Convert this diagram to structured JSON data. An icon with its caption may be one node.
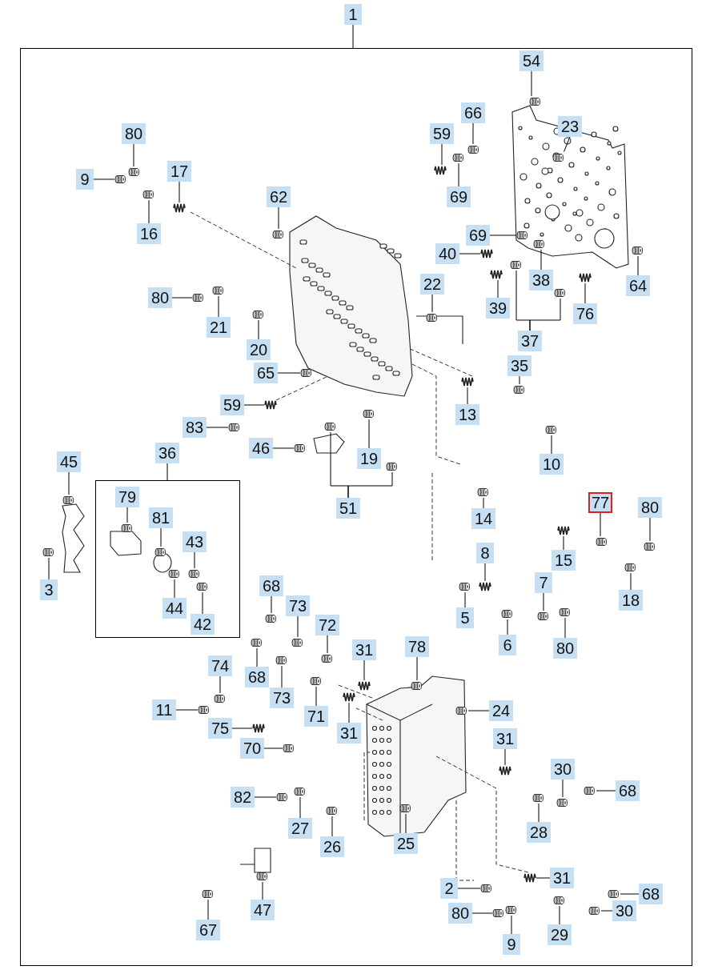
{
  "diagram": {
    "nodes": [
      {
        "text": [],
        "shape": "box"
      },
      {
        "text": [
          "1"
        ]
      },
      {
        "text": [],
        "shape": "box",
        "in": 0
      },
      {
        "text": [
          "36"
        ],
        "in": 0
      },
      {
        "text": [
          "54"
        ],
        "in": 0
      },
      {
        "text": [
          "66"
        ],
        "in": 0
      },
      {
        "text": [
          "23"
        ],
        "in": 0
      },
      {
        "text": [
          "80"
        ],
        "in": 0
      },
      {
        "text": [
          "59"
        ],
        "in": 0
      },
      {
        "text": [
          "17"
        ],
        "in": 0
      },
      {
        "text": [
          "9"
        ],
        "in": 0
      },
      {
        "text": [
          "69"
        ],
        "in": 0
      },
      {
        "text": [
          "62"
        ],
        "in": 0
      },
      {
        "text": [
          "16"
        ],
        "in": 0
      },
      {
        "text": [
          "69"
        ],
        "in": 0
      },
      {
        "text": [
          "40"
        ],
        "in": 0
      },
      {
        "text": [
          "38"
        ],
        "in": 0
      },
      {
        "text": [
          "22"
        ],
        "in": 0
      },
      {
        "text": [
          "64"
        ],
        "in": 0
      },
      {
        "text": [
          "80"
        ],
        "in": 0
      },
      {
        "text": [
          "39"
        ],
        "in": 0
      },
      {
        "text": [
          "76"
        ],
        "in": 0
      },
      {
        "text": [
          "21"
        ],
        "in": 0
      },
      {
        "text": [
          "37"
        ],
        "in": 0
      },
      {
        "text": [
          "20"
        ],
        "in": 0
      },
      {
        "text": [
          "35"
        ],
        "in": 0
      },
      {
        "text": [
          "65"
        ],
        "in": 0
      },
      {
        "text": [
          "59"
        ],
        "in": 0
      },
      {
        "text": [
          "13"
        ],
        "in": 0
      },
      {
        "text": [
          "83"
        ],
        "in": 0
      },
      {
        "text": [
          "46"
        ],
        "in": 0
      },
      {
        "text": [
          "19"
        ],
        "in": 0
      },
      {
        "text": [
          "45"
        ],
        "in": 0
      },
      {
        "text": [
          "10"
        ],
        "in": 0
      },
      {
        "text": [
          "79"
        ],
        "in": 2
      },
      {
        "text": [
          "77"
        ],
        "in": 0
      },
      {
        "text": [
          "51"
        ],
        "in": 0
      },
      {
        "text": [
          "80"
        ],
        "in": 0
      },
      {
        "text": [
          "81"
        ],
        "in": 2
      },
      {
        "text": [
          "14"
        ],
        "in": 0
      },
      {
        "text": [
          "43"
        ],
        "in": 2
      },
      {
        "text": [
          "8"
        ],
        "in": 0
      },
      {
        "text": [
          "15"
        ],
        "in": 0
      },
      {
        "text": [
          "7"
        ],
        "in": 0
      },
      {
        "text": [
          "68"
        ],
        "in": 0
      },
      {
        "text": [
          "3"
        ],
        "in": 0
      },
      {
        "text": [
          "18"
        ],
        "in": 0
      },
      {
        "text": [
          "73"
        ],
        "in": 0
      },
      {
        "text": [
          "44"
        ],
        "in": 2
      },
      {
        "text": [
          "5"
        ],
        "in": 0
      },
      {
        "text": [
          "42"
        ],
        "in": 2
      },
      {
        "text": [
          "72"
        ],
        "in": 0
      },
      {
        "text": [
          "6"
        ],
        "in": 0
      },
      {
        "text": [
          "78"
        ],
        "in": 0
      },
      {
        "text": [
          "80"
        ],
        "in": 0
      },
      {
        "text": [
          "31"
        ],
        "in": 0
      },
      {
        "text": [
          "74"
        ],
        "in": 0
      },
      {
        "text": [
          "68"
        ],
        "in": 0
      },
      {
        "text": [
          "73"
        ],
        "in": 0
      },
      {
        "text": [
          "11"
        ],
        "in": 0
      },
      {
        "text": [
          "24"
        ],
        "in": 0
      },
      {
        "text": [
          "71"
        ],
        "in": 0
      },
      {
        "text": [
          "75"
        ],
        "in": 0
      },
      {
        "text": [
          "31"
        ],
        "in": 0
      },
      {
        "text": [
          "31"
        ],
        "in": 0
      },
      {
        "text": [
          "70"
        ],
        "in": 0
      },
      {
        "text": [
          "30"
        ],
        "in": 0
      },
      {
        "text": [
          "68"
        ],
        "in": 0
      },
      {
        "text": [
          "82"
        ],
        "in": 0
      },
      {
        "text": [
          "27"
        ],
        "in": 0
      },
      {
        "text": [
          "28"
        ],
        "in": 0
      },
      {
        "text": [
          "25"
        ],
        "in": 0
      },
      {
        "text": [
          "26"
        ],
        "in": 0
      },
      {
        "text": [
          "31"
        ],
        "in": 0
      },
      {
        "text": [
          "2"
        ],
        "in": 0
      },
      {
        "text": [
          "68"
        ],
        "in": 0
      },
      {
        "text": [
          "47"
        ],
        "in": 0
      },
      {
        "text": [
          "30"
        ],
        "in": 0
      },
      {
        "text": [
          "80"
        ],
        "in": 0
      },
      {
        "text": [
          "67"
        ],
        "in": 0
      },
      {
        "text": [
          "29"
        ],
        "in": 0
      },
      {
        "text": [
          "9"
        ],
        "in": 0
      },
      {
        "text": [],
        "shape": "picture",
        "in": 0
      },
      {
        "text": [],
        "shape": "picture",
        "in": 0
      },
      {
        "text": [],
        "shape": "picture",
        "in": 0
      },
      {
        "text": [],
        "shape": "picture",
        "in": 0
      },
      {
        "text": [],
        "shape": "picture",
        "in": 0
      },
      {
        "text": [],
        "shape": "picture",
        "in": 0
      },
      {
        "text": [],
        "shape": "picture",
        "in": 0
      },
      {
        "text": [],
        "shape": "picture",
        "in": 0
      },
      {
        "text": [],
        "shape": "picture",
        "in": 0
      },
      {
        "text": [],
        "shape": "picture",
        "in": 0
      },
      {
        "text": [],
        "shape": "picture",
        "in": 0
      },
      {
        "text": [],
        "shape": "picture",
        "in": 0
      },
      {
        "text": [],
        "shape": "picture",
        "in": 0
      },
      {
        "text": [],
        "shape": "picture",
        "in": 0
      },
      {
        "text": [],
        "shape": "picture",
        "in": 0
      },
      {
        "text": [],
        "shape": "picture",
        "in": 0
      },
      {
        "text": [],
        "shape": "picture",
        "in": 0
      },
      {
        "text": [],
        "shape": "picture",
        "in": 0
      },
      {
        "text": [],
        "shape": "picture",
        "in": 0
      },
      {
        "text": [],
        "shape": "picture",
        "in": 0
      },
      {
        "text": [],
        "shape": "picture",
        "in": 0
      },
      {
        "text": [],
        "shape": "picture",
        "in": 0
      },
      {
        "text": [],
        "shape": "picture",
        "in": 0
      },
      {
        "text": [],
        "shape": "picture",
        "in": 0
      },
      {
        "text": [],
        "shape": "picture",
        "in": 0
      },
      {
        "text": [],
        "shape": "picture",
        "in": 0
      },
      {
        "text": [],
        "shape": "picture",
        "in": 0
      },
      {
        "text": [],
        "shape": "picture",
        "in": 0
      },
      {
        "text": [],
        "shape": "picture",
        "in": 0
      },
      {
        "text": [],
        "shape": "picture",
        "in": 0
      },
      {
        "text": [],
        "shape": "picture",
        "in": 0
      },
      {
        "text": [],
        "shape": "picture",
        "in": 2
      },
      {
        "text": [],
        "shape": "picture",
        "in": 0
      },
      {
        "text": [],
        "shape": "picture",
        "in": 0
      },
      {
        "text": [],
        "shape": "picture",
        "in": 0
      },
      {
        "text": [],
        "shape": "picture",
        "in": 0
      },
      {
        "text": [],
        "shape": "picture",
        "in": 2
      },
      {
        "text": [],
        "shape": "picture",
        "in": 0
      },
      {
        "text": [],
        "shape": "picture",
        "in": 2
      },
      {
        "text": [],
        "shape": "picture",
        "in": 0
      },
      {
        "text": [],
        "shape": "picture",
        "in": 0
      },
      {
        "text": [],
        "shape": "picture",
        "in": 0
      },
      {
        "text": [],
        "shape": "picture",
        "in": 0
      },
      {
        "text": [],
        "shape": "picture",
        "in": 0
      },
      {
        "text": [],
        "shape": "picture",
        "in": 0
      },
      {
        "text": [],
        "shape": "picture",
        "in": 0
      },
      {
        "text": [],
        "shape": "picture",
        "in": 2
      },
      {
        "text": [],
        "shape": "picture",
        "in": 0
      },
      {
        "text": [],
        "shape": "picture",
        "in": 2
      },
      {
        "text": [],
        "shape": "picture",
        "in": 0
      },
      {
        "text": [],
        "shape": "picture",
        "in": 0
      },
      {
        "text": [],
        "shape": "picture",
        "in": 0
      },
      {
        "text": [],
        "shape": "picture",
        "in": 0
      },
      {
        "text": [],
        "shape": "picture",
        "in": 0
      },
      {
        "text": [],
        "shape": "picture",
        "in": 0
      },
      {
        "text": [],
        "shape": "picture",
        "in": 0
      },
      {
        "text": [],
        "shape": "picture",
        "in": 0
      },
      {
        "text": [],
        "shape": "picture",
        "in": 0
      },
      {
        "text": [],
        "shape": "picture",
        "in": 0
      },
      {
        "text": [],
        "shape": "picture",
        "in": 0
      },
      {
        "text": [],
        "shape": "picture",
        "in": 0
      },
      {
        "text": [],
        "shape": "picture",
        "in": 0
      },
      {
        "text": [],
        "shape": "picture",
        "in": 0
      },
      {
        "text": [],
        "shape": "picture",
        "in": 0
      },
      {
        "text": [],
        "shape": "picture",
        "in": 0
      },
      {
        "text": [],
        "shape": "picture",
        "in": 0
      },
      {
        "text": [],
        "shape": "picture",
        "in": 0
      },
      {
        "text": [],
        "shape": "picture",
        "in": 0
      },
      {
        "text": [],
        "shape": "picture",
        "in": 0
      },
      {
        "text": [],
        "shape": "picture",
        "in": 0
      },
      {
        "text": [],
        "shape": "picture",
        "in": 0
      },
      {
        "text": [],
        "shape": "picture",
        "in": 0
      },
      {
        "text": [],
        "shape": "picture",
        "in": 0
      },
      {
        "text": [],
        "shape": "picture",
        "in": 0
      },
      {
        "text": [],
        "shape": "picture",
        "in": 0
      },
      {
        "text": [],
        "shape": "picture",
        "in": 0
      },
      {
        "text": [],
        "shape": "picture",
        "in": 0
      },
      {
        "text": [],
        "shape": "picture",
        "in": 0
      },
      {
        "text": [],
        "shape": "picture",
        "in": 0
      },
      {
        "text": [],
        "shape": "picture",
        "in": 0
      }
    ],
    "edges": [
      {
        "from": 1,
        "to": 0,
        "arrow": "none"
      },
      {
        "from": 3,
        "to": 2,
        "arrow": "none"
      },
      {
        "from": 4,
        "to": 82,
        "arrow": "none"
      },
      {
        "from": 5,
        "to": 83,
        "arrow": "none"
      },
      {
        "from": 6,
        "to": 84,
        "arrow": "none"
      },
      {
        "from": 7,
        "to": 85,
        "arrow": "none"
      },
      {
        "from": 8,
        "to": 86,
        "arrow": "none"
      },
      {
        "from": 9,
        "to": 87,
        "arrow": "none"
      },
      {
        "from": 10,
        "to": 88,
        "arrow": "none"
      },
      {
        "from": 11,
        "to": 89,
        "arrow": "none"
      },
      {
        "from": 12,
        "to": 90,
        "arrow": "none"
      },
      {
        "from": 13,
        "to": 91,
        "arrow": "none"
      },
      {
        "from": 14,
        "to": 92,
        "arrow": "none"
      },
      {
        "from": 15,
        "to": 93,
        "arrow": "none"
      },
      {
        "from": 16,
        "to": 94,
        "arrow": "none"
      },
      {
        "from": 17,
        "to": 95,
        "arrow": "none"
      },
      {
        "from": 18,
        "to": 96,
        "arrow": "none"
      },
      {
        "from": 19,
        "to": 97,
        "arrow": "none"
      },
      {
        "from": 20,
        "to": 98,
        "arrow": "none"
      },
      {
        "from": 21,
        "to": 99,
        "arrow": "none"
      },
      {
        "from": 22,
        "to": 100,
        "arrow": "none"
      },
      {
        "from": 23,
        "to": 101,
        "arrow": "none"
      },
      {
        "from": 23,
        "to": 102,
        "arrow": "none"
      },
      {
        "from": 24,
        "to": 103,
        "arrow": "none"
      },
      {
        "from": 25,
        "to": 104,
        "arrow": "none"
      },
      {
        "from": 26,
        "to": 105,
        "arrow": "none"
      },
      {
        "from": 27,
        "to": 106,
        "arrow": "none"
      },
      {
        "from": 28,
        "to": 107,
        "arrow": "none"
      },
      {
        "from": 29,
        "to": 108,
        "arrow": "none"
      },
      {
        "from": 30,
        "to": 109,
        "arrow": "none"
      },
      {
        "from": 31,
        "to": 110,
        "arrow": "none"
      },
      {
        "from": 32,
        "to": 111,
        "arrow": "none"
      },
      {
        "from": 33,
        "to": 112,
        "arrow": "none"
      },
      {
        "from": 34,
        "to": 113,
        "arrow": "none"
      },
      {
        "from": 35,
        "to": 114,
        "arrow": "none"
      },
      {
        "from": 36,
        "to": 115,
        "arrow": "none"
      },
      {
        "from": 36,
        "to": 116,
        "arrow": "none"
      },
      {
        "from": 37,
        "to": 117,
        "arrow": "none"
      },
      {
        "from": 38,
        "to": 118,
        "arrow": "none"
      },
      {
        "from": 39,
        "to": 119,
        "arrow": "none"
      },
      {
        "from": 40,
        "to": 120,
        "arrow": "none"
      },
      {
        "from": 41,
        "to": 121,
        "arrow": "none"
      },
      {
        "from": 42,
        "to": 122,
        "arrow": "none"
      },
      {
        "from": 43,
        "to": 123,
        "arrow": "none"
      },
      {
        "from": 44,
        "to": 124,
        "arrow": "none"
      },
      {
        "from": 45,
        "to": 125,
        "arrow": "none"
      },
      {
        "from": 46,
        "to": 126,
        "arrow": "none"
      },
      {
        "from": 47,
        "to": 127,
        "arrow": "none"
      },
      {
        "from": 48,
        "to": 128,
        "arrow": "none"
      },
      {
        "from": 49,
        "to": 129,
        "arrow": "none"
      },
      {
        "from": 50,
        "to": 130,
        "arrow": "none"
      },
      {
        "from": 51,
        "to": 131,
        "arrow": "none"
      },
      {
        "from": 52,
        "to": 132,
        "arrow": "none"
      },
      {
        "from": 53,
        "to": 133,
        "arrow": "none"
      },
      {
        "from": 54,
        "to": 134,
        "arrow": "none"
      },
      {
        "from": 55,
        "to": 135,
        "arrow": "none"
      },
      {
        "from": 56,
        "to": 136,
        "arrow": "none"
      },
      {
        "from": 57,
        "to": 137,
        "arrow": "none"
      },
      {
        "from": 58,
        "to": 138,
        "arrow": "none"
      },
      {
        "from": 59,
        "to": 139,
        "arrow": "none"
      },
      {
        "from": 60,
        "to": 140,
        "arrow": "none"
      },
      {
        "from": 61,
        "to": 141,
        "arrow": "none"
      },
      {
        "from": 62,
        "to": 142,
        "arrow": "none"
      },
      {
        "from": 63,
        "to": 143,
        "arrow": "none"
      },
      {
        "from": 64,
        "to": 144,
        "arrow": "none"
      },
      {
        "from": 65,
        "to": 145,
        "arrow": "none"
      },
      {
        "from": 66,
        "to": 146,
        "arrow": "none"
      },
      {
        "from": 67,
        "to": 147,
        "arrow": "none"
      },
      {
        "from": 68,
        "to": 148,
        "arrow": "none"
      },
      {
        "from": 69,
        "to": 149,
        "arrow": "none"
      },
      {
        "from": 70,
        "to": 150,
        "arrow": "none"
      },
      {
        "from": 71,
        "to": 151,
        "arrow": "none"
      },
      {
        "from": 72,
        "to": 152,
        "arrow": "none"
      },
      {
        "from": 73,
        "to": 153,
        "arrow": "none"
      },
      {
        "from": 74,
        "to": 154,
        "arrow": "none"
      },
      {
        "from": 75,
        "to": 155,
        "arrow": "none"
      },
      {
        "from": 76,
        "to": 156,
        "arrow": "none"
      },
      {
        "from": 77,
        "to": 157,
        "arrow": "none"
      },
      {
        "from": 78,
        "to": 158,
        "arrow": "none"
      },
      {
        "from": 79,
        "to": 159,
        "arrow": "none"
      },
      {
        "from": 80,
        "to": 160,
        "arrow": "none"
      },
      {
        "from": 81,
        "to": 161,
        "arrow": "none"
      }
    ]
  }
}
